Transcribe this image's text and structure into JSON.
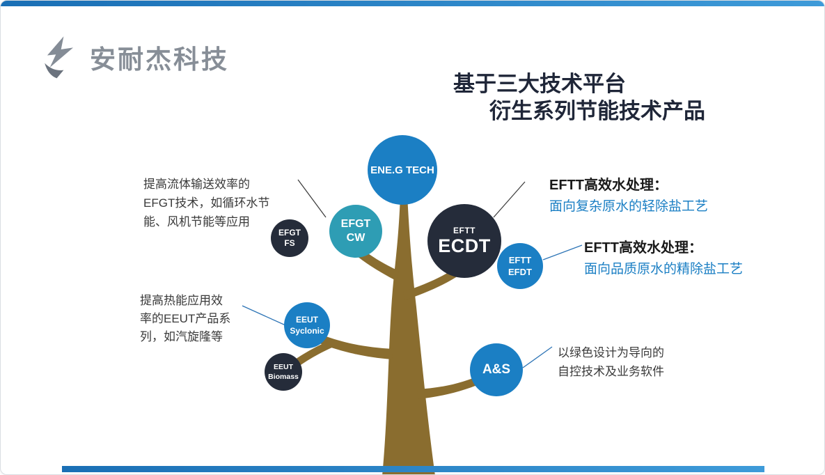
{
  "brand": {
    "logo_text": "安耐杰科技"
  },
  "title": {
    "line1": "基于三大技术平台",
    "line2": "衍生系列节能技术产品"
  },
  "nodes": {
    "ene_g_tech": {
      "label": "ENE.G TECH"
    },
    "efgt_cw": {
      "line1": "EFGT",
      "line2": "CW"
    },
    "efgt_fs": {
      "line1": "EFGT",
      "line2": "FS"
    },
    "ecdt": {
      "sub": "EFTT",
      "label": "ECDT"
    },
    "efdt": {
      "line1": "EFTT",
      "line2": "EFDT"
    },
    "eeut_syclonic": {
      "line1": "EEUT",
      "line2": "Syclonic"
    },
    "eeut_biomass": {
      "line1": "EEUT",
      "line2": "Biomass"
    },
    "a_and_s": {
      "label": "A&S"
    }
  },
  "annotations": {
    "left_top": {
      "line1": "提高流体输送效率的",
      "line2": "EFGT技术，如循环水节",
      "line3": "能、风机节能等应用"
    },
    "left_mid": {
      "line1": "提高热能应用效",
      "line2": "率的EEUT产品系",
      "line3": "列，如汽旋隆等"
    },
    "right_top": {
      "title": "EFTT高效水处理：",
      "desc": "面向复杂原水的轻除盐工艺"
    },
    "right_mid": {
      "title": "EFTT高效水处理：",
      "desc": "面向品质原水的精除盐工艺"
    },
    "right_bottom": {
      "line1": "以绿色设计为导向的",
      "line2": "自控技术及业务软件"
    }
  },
  "colors": {
    "accent_blue": "#1b7fc4",
    "teal": "#2e9db4",
    "dark_navy": "#252c3a",
    "trunk_brown": "#8a6d2f",
    "bar_blue_start": "#1a6fb5",
    "bar_blue_end": "#3e9bd9",
    "highlight_text_blue": "#1b7fc4",
    "logo_gray": "#878e97"
  }
}
